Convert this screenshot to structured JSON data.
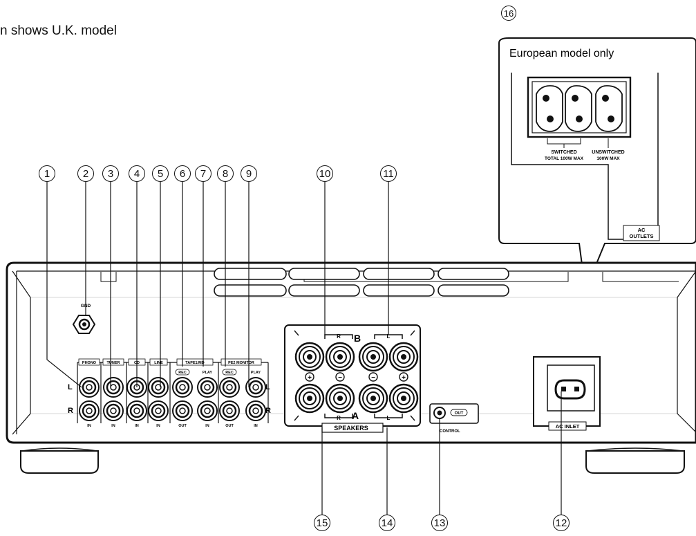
{
  "caption": "n shows U.K. model",
  "callouts": {
    "c1": "1",
    "c2": "2",
    "c3": "3",
    "c4": "4",
    "c5": "5",
    "c6": "6",
    "c7": "7",
    "c8": "8",
    "c9": "9",
    "c10": "10",
    "c11": "11",
    "c12": "12",
    "c13": "13",
    "c14": "14",
    "c15": "15",
    "c16": "16"
  },
  "inset": {
    "title": "European model only",
    "switched": "SWITCHED",
    "switched_total": "TOTAL 100W MAX",
    "unswitched": "UNSWITCHED",
    "unswitched_max": "100W MAX",
    "ac_outlets_1": "AC",
    "ac_outlets_2": "OUTLETS"
  },
  "panel": {
    "gnd": "GND",
    "phono": "PHONO",
    "tuner": "TUNER",
    "cd": "CD",
    "line": "LINE",
    "tape1md": "TAPE1/MD",
    "pe2monitor": "PE2 MONITOR",
    "rec": "REC",
    "play": "PLAY",
    "in": "IN",
    "out": "OUT",
    "ch_l": "L",
    "ch_r": "R",
    "spk_b": "B",
    "spk_a": "A",
    "spk_r": "R",
    "spk_l": "L",
    "plus": "+",
    "minus": "−",
    "speakers": "SPEAKERS",
    "control": "CONTROL",
    "control_out": "OUT",
    "ac_inlet": "AC INLET"
  }
}
